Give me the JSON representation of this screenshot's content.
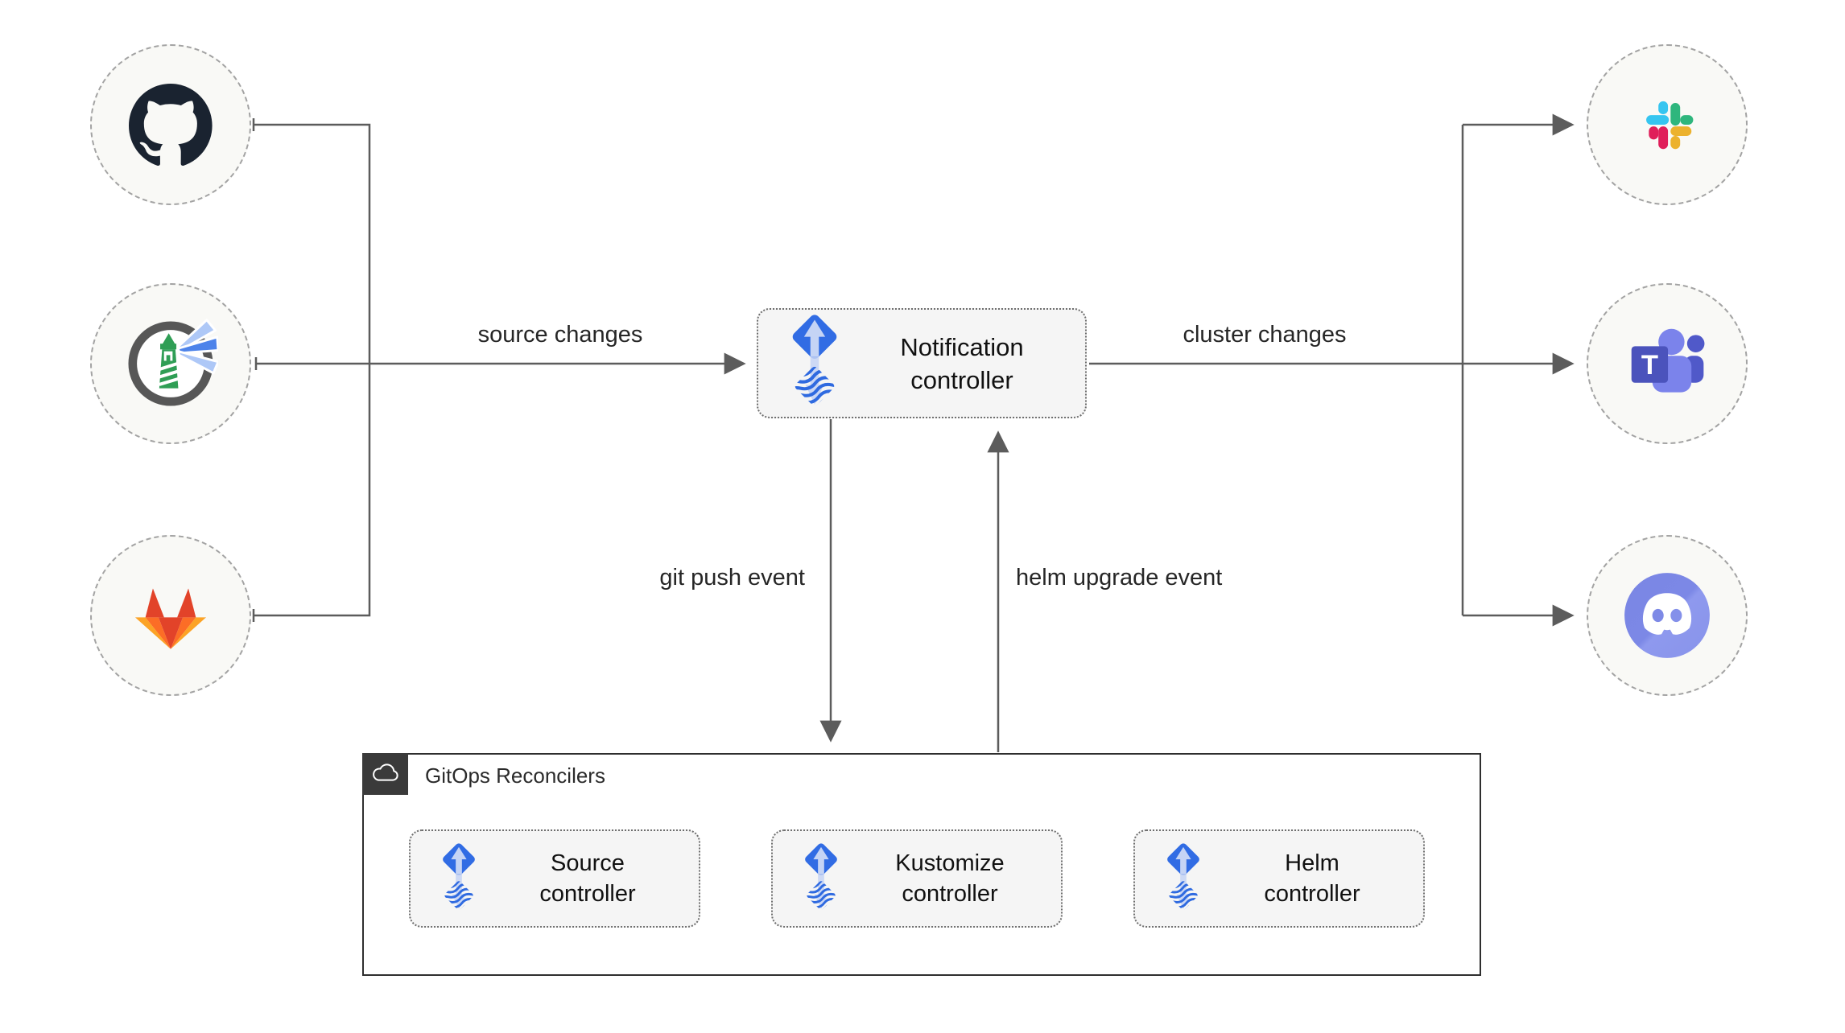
{
  "diagram": {
    "kind": "flux-notification-architecture",
    "colors": {
      "background": "#ffffff",
      "connector_line": "#5c5c5c",
      "circle_fill": "#f9f9f6",
      "circle_border": "#a3a3a3",
      "controller_box_fill": "#f5f5f5",
      "controller_box_border": "#6e6e6e",
      "container_border": "#2e2e2e",
      "container_header_bg": "#3a3a3a",
      "label_text": "#262626",
      "flux_blue": "#316ce4",
      "flux_arrow_light": "#c5d4f5",
      "github_dark": "#1a2330",
      "gitlab_red": "#e24329",
      "gitlab_orange": "#fc6d26",
      "gitlab_amber": "#fca326",
      "harbor_green": "#2f9e55",
      "harbor_ring": "#575757",
      "slack_blue": "#36c5f0",
      "slack_green": "#2eb67d",
      "slack_pink": "#e01e5a",
      "slack_yellow": "#ecb22e",
      "teams_purple": "#4b53bc",
      "teams_mid": "#5059c9",
      "teams_light": "#7b83eb",
      "discord_blurple": "#7a86e4"
    },
    "sources": [
      {
        "icon": "github-icon"
      },
      {
        "icon": "harbor-icon"
      },
      {
        "icon": "gitlab-icon"
      }
    ],
    "targets": [
      {
        "icon": "slack-icon"
      },
      {
        "icon": "microsoft-teams-icon"
      },
      {
        "icon": "discord-icon"
      }
    ],
    "notification": {
      "line1": "Notification",
      "line2": "controller",
      "icon": "flux-icon"
    },
    "edges": {
      "source_changes": "source changes",
      "cluster_changes": "cluster changes",
      "git_push_event": "git push event",
      "helm_upgrade_event": "helm upgrade event"
    },
    "reconcilers": {
      "title": "GitOps Reconcilers",
      "header_icon": "cloud-icon",
      "controllers": [
        {
          "line1": "Source",
          "line2": "controller",
          "icon": "flux-icon"
        },
        {
          "line1": "Kustomize",
          "line2": "controller",
          "icon": "flux-icon"
        },
        {
          "line1": "Helm",
          "line2": "controller",
          "icon": "flux-icon"
        }
      ]
    }
  }
}
